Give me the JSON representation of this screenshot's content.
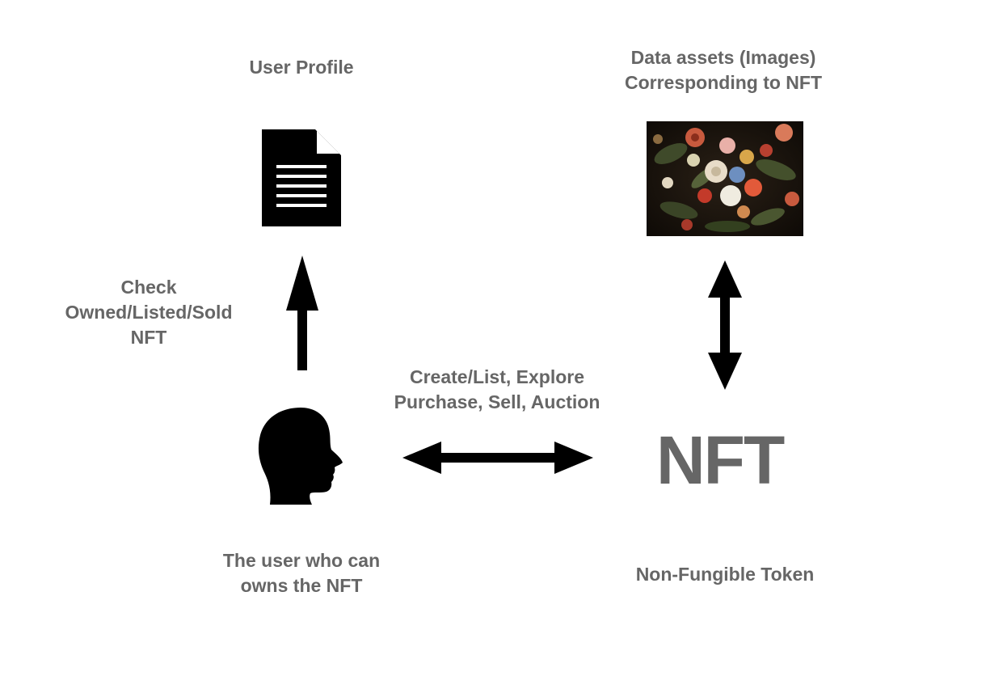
{
  "user_profile": {
    "title": "User Profile"
  },
  "data_assets": {
    "lines": [
      "Data assets (Images)",
      "Corresponding to NFT"
    ]
  },
  "check_label": {
    "lines": [
      "Check",
      "Owned/Listed/Sold",
      "NFT"
    ]
  },
  "actions_label": {
    "lines": [
      "Create/List, Explore",
      "Purchase, Sell, Auction"
    ]
  },
  "nft": {
    "title": "NFT",
    "caption": "Non-Fungible Token"
  },
  "user": {
    "lines": [
      "The user who can",
      "owns the NFT"
    ]
  },
  "icons": {
    "profile": "document-icon",
    "user": "head-silhouette-icon",
    "assets": "flower-painting-image"
  },
  "colors": {
    "text": "#666666",
    "ink": "#000000"
  }
}
